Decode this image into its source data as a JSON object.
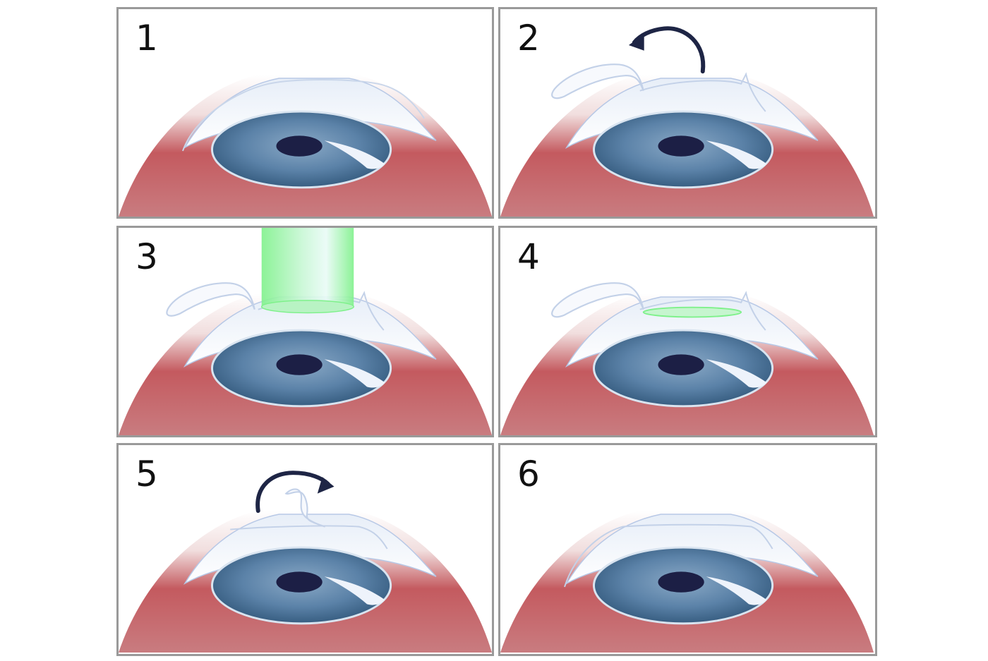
{
  "steps": [
    {
      "number": "1"
    },
    {
      "number": "2"
    },
    {
      "number": "3"
    },
    {
      "number": "4"
    },
    {
      "number": "5"
    },
    {
      "number": "6"
    }
  ],
  "colors": {
    "eyeball": "#c0484e",
    "iris": "#3f6a90",
    "pupil": "#1c1f45",
    "cornea": "#dde6f2",
    "laser": "#7ef08a",
    "arrow": "#1e2545",
    "border": "#9a9a9a"
  }
}
